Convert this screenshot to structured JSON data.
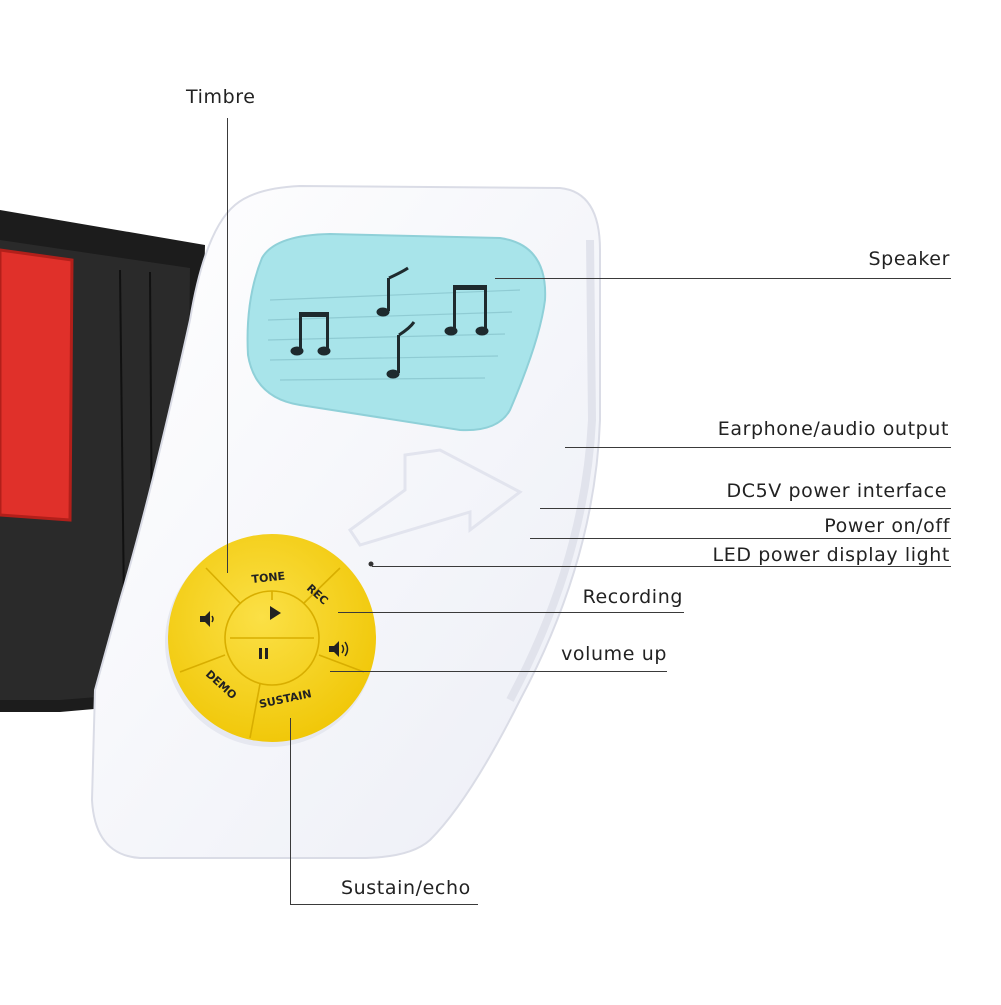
{
  "labels": {
    "timbre": "Timbre",
    "speaker": "Speaker",
    "earphone": "Earphone/audio output",
    "dc5v": "DC5V power interface",
    "power": "Power on/off",
    "led": "LED power display light",
    "recording": "Recording",
    "volume_up": "volume up",
    "sustain_echo": "Sustain/echo"
  },
  "buttons": {
    "tone": "TONE",
    "rec": "REC",
    "demo": "DEMO",
    "sustain": "SUSTAIN",
    "play_icon": "play-icon",
    "pause_icon": "pause-icon",
    "volume_up_icon": "volume-up-icon",
    "volume_down_icon": "volume-down-icon"
  },
  "colors": {
    "speaker_grille": "#a8e4ea",
    "control_pad": "#f5d21a",
    "keyboard_body": "#1c1c1c",
    "red_key": "#e0302a",
    "device_body": "#f4f5fa"
  }
}
